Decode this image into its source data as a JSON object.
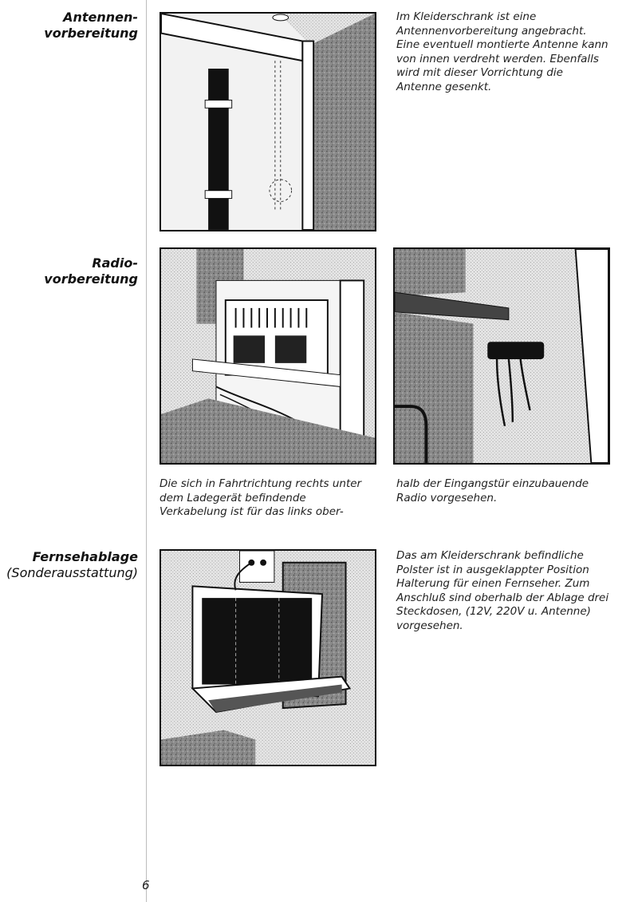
{
  "sections": [
    {
      "heading_line1": "Antennen-",
      "heading_line2": "vorbereitung",
      "text": "Im Kleiderschrank ist eine Antennenvorbereitung angebracht. Eine eventuell montierte Antenne kann von innen verdreht werden. Ebenfalls wird mit dieser Vorrichtung die Antenne gesenkt."
    },
    {
      "heading_line1": "Radio-",
      "heading_line2": "vorbereitung",
      "text_left": "Die sich in Fahrtrichtung rechts unter dem Ladegerät befindende Verkabelung ist für das links ober-",
      "text_right": "halb der Eingangstür einzubauende Radio vorgesehen."
    },
    {
      "heading_line1": "Fernsehablage",
      "heading_line2": "(Sonderausstattung)",
      "text": "Das am Kleiderschrank befindliche Polster ist in ausgeklappter Position Halterung für einen Fernseher. Zum Anschluß sind oberhalb der Ablage drei Steckdosen, (12V, 220V u. Antenne) vorgesehen."
    }
  ],
  "page_number": "6"
}
